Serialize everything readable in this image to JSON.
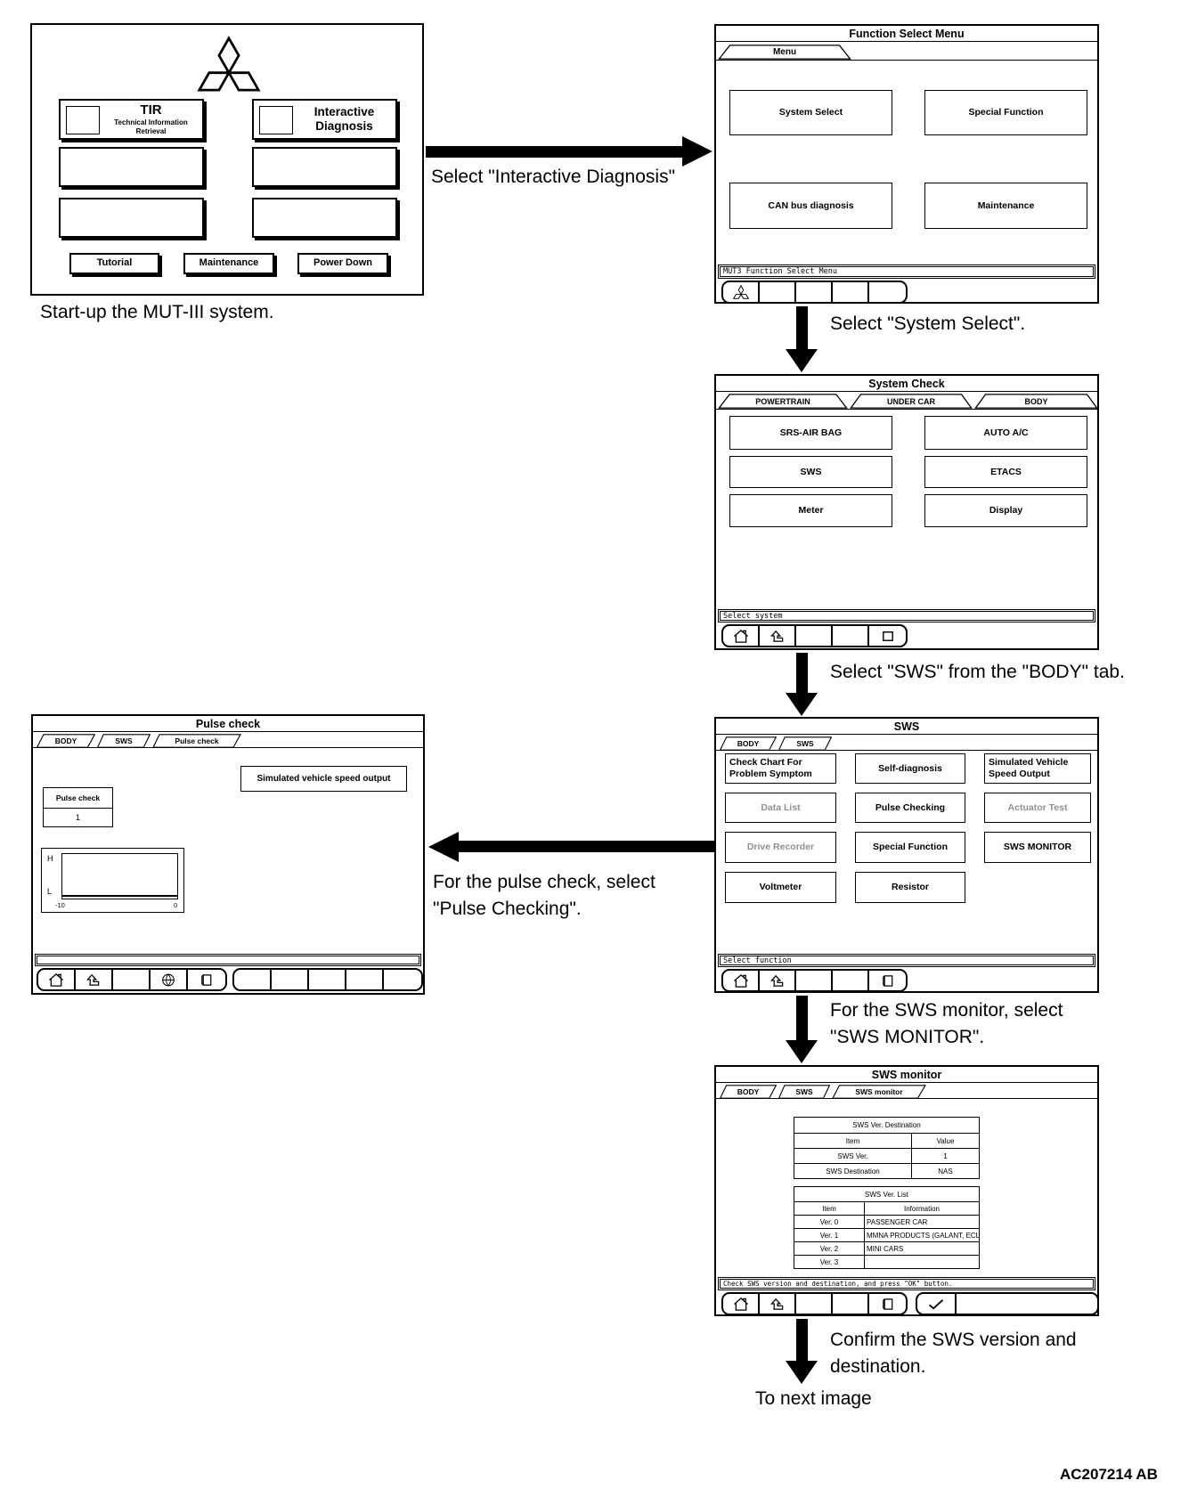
{
  "figure": {
    "code": "AC207214 AB"
  },
  "captions": {
    "startup": "Start-up the MUT-III system.",
    "select_interactive": "Select \"Interactive Diagnosis\"",
    "select_system": "Select \"System Select\".",
    "select_sws": "Select \"SWS\" from the \"BODY\" tab.",
    "pulse_line1": "For the pulse check, select",
    "pulse_line2": "\"Pulse Checking\".",
    "monitor_line1": "For the SWS monitor, select",
    "monitor_line2": "\"SWS MONITOR\".",
    "confirm_line1": "Confirm the SWS version and",
    "confirm_line2": "destination.",
    "to_next": "To next image"
  },
  "startup_screen": {
    "tir": {
      "title": "TIR",
      "subtitle1": "Technical Information",
      "subtitle2": "Retrieval"
    },
    "interactive": {
      "line1": "Interactive",
      "line2": "Diagnosis"
    },
    "buttons": {
      "tutorial": "Tutorial",
      "maintenance": "Maintenance",
      "power_down": "Power Down"
    }
  },
  "function_select_screen": {
    "title": "Function Select Menu",
    "tab": "Menu",
    "buttons": {
      "system_select": "System Select",
      "special_function": "Special Function",
      "can_bus": "CAN bus diagnosis",
      "maintenance": "Maintenance"
    },
    "status": "MUT3 Function Select Menu"
  },
  "system_check_screen": {
    "title": "System Check",
    "tabs": {
      "powertrain": "POWERTRAIN",
      "under_car": "UNDER CAR",
      "body": "BODY"
    },
    "buttons": {
      "srs": "SRS-AIR BAG",
      "auto_ac": "AUTO A/C",
      "sws": "SWS",
      "etacs": "ETACS",
      "meter": "Meter",
      "display": "Display"
    },
    "status": "Select system"
  },
  "sws_screen": {
    "title": "SWS",
    "tabs": {
      "body": "BODY",
      "sws": "SWS"
    },
    "buttons": {
      "check_chart": "Check Chart For Problem Symptom",
      "self_diagnosis": "Self-diagnosis",
      "sim_speed": "Simulated Vehicle Speed Output",
      "data_list": "Data List",
      "pulse_checking": "Pulse Checking",
      "actuator_test": "Actuator Test",
      "drive_recorder": "Drive Recorder",
      "special_function": "Special Function",
      "sws_monitor": "SWS MONITOR",
      "voltmeter": "Voltmeter",
      "resistor": "Resistor"
    },
    "status": "Select function"
  },
  "pulse_check_screen": {
    "title": "Pulse check",
    "tabs": {
      "body": "BODY",
      "sws": "SWS",
      "pulse": "Pulse check"
    },
    "sim_button": "Simulated vehicle speed output",
    "pulse_box": {
      "label": "Pulse check",
      "value": "1"
    },
    "graph": {
      "high": "H",
      "low": "L",
      "x_min": "-10",
      "x_max": "0"
    }
  },
  "sws_monitor_screen": {
    "title": "SWS monitor",
    "tabs": {
      "body": "BODY",
      "sws": "SWS",
      "monitor": "SWS monitor"
    },
    "ver_table": {
      "title": "SWS Ver. Destination",
      "col_item": "Item",
      "col_value": "Value",
      "rows": [
        {
          "item": "SWS Ver.",
          "value": "1"
        },
        {
          "item": "SWS Destination",
          "value": "NAS"
        }
      ]
    },
    "list_table": {
      "title": "SWS Ver. List",
      "col_item": "Item",
      "col_info": "Information",
      "rows": [
        {
          "item": "Ver. 0",
          "info": "PASSENGER CAR"
        },
        {
          "item": "Ver. 1",
          "info": "MMNA PRODUCTS (GALANT, ECLIPSE)"
        },
        {
          "item": "Ver. 2",
          "info": "MINI CARS"
        },
        {
          "item": "Ver. 3",
          "info": ""
        }
      ]
    },
    "status": "Check SWS version and destination, and press \"OK\" button."
  }
}
